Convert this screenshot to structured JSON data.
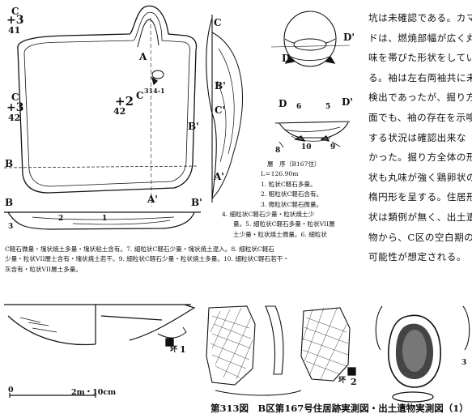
{
  "plan": {
    "labels": {
      "c_tl": "C",
      "n_tl": "+3",
      "n_tl2": "41",
      "a_top": "A",
      "label_314": "314-1",
      "c_mid": "C",
      "plus_mid": "+2",
      "n_mid": "42",
      "c_left": "C",
      "n_left": "+3",
      "n_left2": "42",
      "b_left": "B",
      "b_right": "B'",
      "a_bottom": "A'",
      "sec_c_top": "C",
      "sec_b": "B'",
      "sec_c_low": "C'",
      "sec_a": "A'",
      "b_profile": "B",
      "b_profile_r": "B'",
      "p1": "1",
      "p2": "2",
      "p3": "3",
      "d_top": "D'",
      "d_mid": "D",
      "d_lower_l": "D",
      "d_lower_r": "D'",
      "n6": "6",
      "n5": "5",
      "n8": "8",
      "n10": "10",
      "n9": "9",
      "n3": "3"
    }
  },
  "legend": {
    "title": "層　序（B167住）",
    "elevation": "L＝126.90m",
    "lines": [
      "1. 粒状C軽石多量。",
      "2. 粗粒状C軽石含有。",
      "3. 微粒状C軽石微量。",
      "4. 細粒状C軽石少量・粒状焼土少",
      "量。5. 細粒状C軽石多量・粒状VII層",
      "土少量・粒状焼土微量。6. 細粒状"
    ],
    "continued": [
      "C軽石微量・塊状焼土多量・塊状粘土含有。7. 細粒状C軽石少量・塊状焼土混入。8. 細粒状C軽石",
      "少量・粒状VII層土含有・塊状焼土若干。9. 細粒状C軽石少量・粒状焼土多量。10. 細粒状C軽石若干・",
      "灰含有・粒状VII層土多量。"
    ]
  },
  "body_text": [
    "坑は未確認である。カマ",
    "ドは、燃焼部幅が広く丸",
    "味を帯びた形状をしてい",
    "る。袖は左右両袖共に未",
    "検出であったが、掘り方",
    "面でも、袖の存在を示唆",
    "する状況は確認出来な",
    "かった。掘り方全体の形",
    "状も丸味が強く鶏卵状の",
    "楕円形を呈する。住居形",
    "状は類例が無く、出土遺",
    "物から、C区の空白期の",
    "可能性が想定される。"
  ],
  "artifacts": {
    "label1_type": "坏",
    "label1_num": "1",
    "label2_type": "坏",
    "label2_num": "2",
    "label3_num": "3"
  },
  "scale": {
    "label": "2m・10cm",
    "zero": "0"
  },
  "caption": "第313図　B区第167号住居跡実測図・出土遺物実測図（1）"
}
